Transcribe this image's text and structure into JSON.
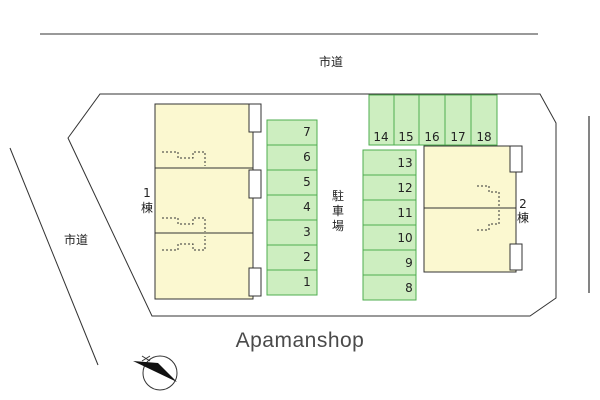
{
  "roads": {
    "top": "市道",
    "left": "市道"
  },
  "parking": {
    "label_chars": [
      "駐",
      "車",
      "場"
    ],
    "column_a": [
      "7",
      "6",
      "5",
      "4",
      "3",
      "2",
      "1"
    ],
    "column_b": [
      "13",
      "12",
      "11",
      "10",
      "9",
      "8"
    ],
    "top_row": [
      "14",
      "15",
      "16",
      "17",
      "18"
    ]
  },
  "buildings": {
    "b1": {
      "num": "1",
      "kind": "棟"
    },
    "b2": {
      "num": "2",
      "kind": "棟"
    }
  },
  "watermark": "Apamanshop",
  "colors": {
    "parking_fill": "#cdeec0",
    "parking_stroke": "#4fae4f",
    "building_fill": "#fbf8d0",
    "outline": "#333333"
  },
  "icons": {
    "north": "north-arrow-icon"
  }
}
